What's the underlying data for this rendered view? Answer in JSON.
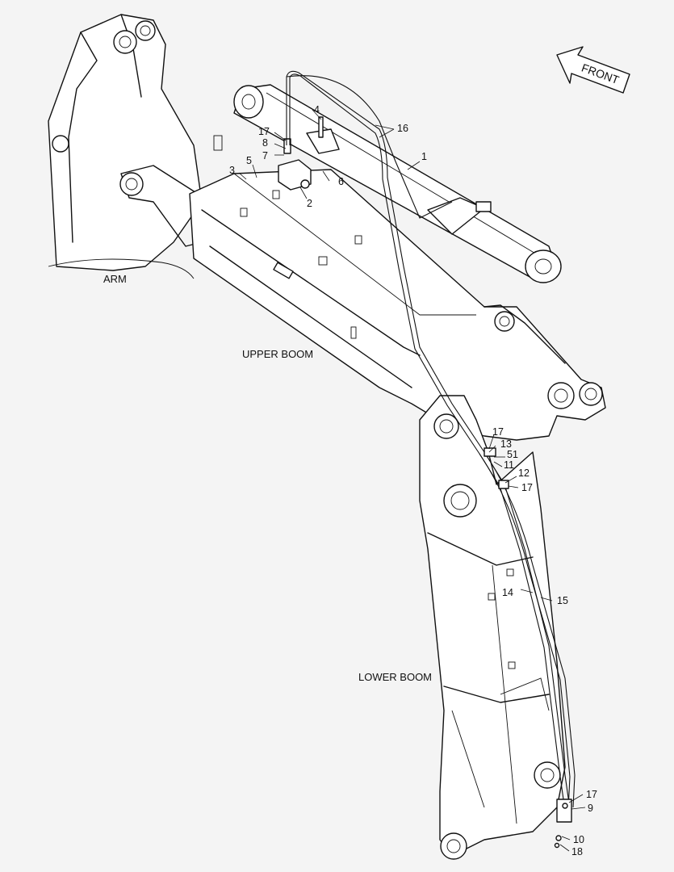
{
  "labels": {
    "arm": "ARM",
    "upper_boom": "UPPER BOOM",
    "lower_boom": "LOWER BOOM",
    "front": "FRONT"
  },
  "callouts": {
    "c1": "1",
    "c2": "2",
    "c3": "3",
    "c4": "4",
    "c5": "5",
    "c6": "6",
    "c7": "7",
    "c8": "8",
    "c16": "16",
    "c17a": "17",
    "c17b": "17",
    "c13": "13",
    "c51": "51",
    "c11": "11",
    "c12": "12",
    "c17c": "17",
    "c14": "14",
    "c15": "15",
    "c17d": "17",
    "c9": "9",
    "c10": "10",
    "c18": "18"
  }
}
